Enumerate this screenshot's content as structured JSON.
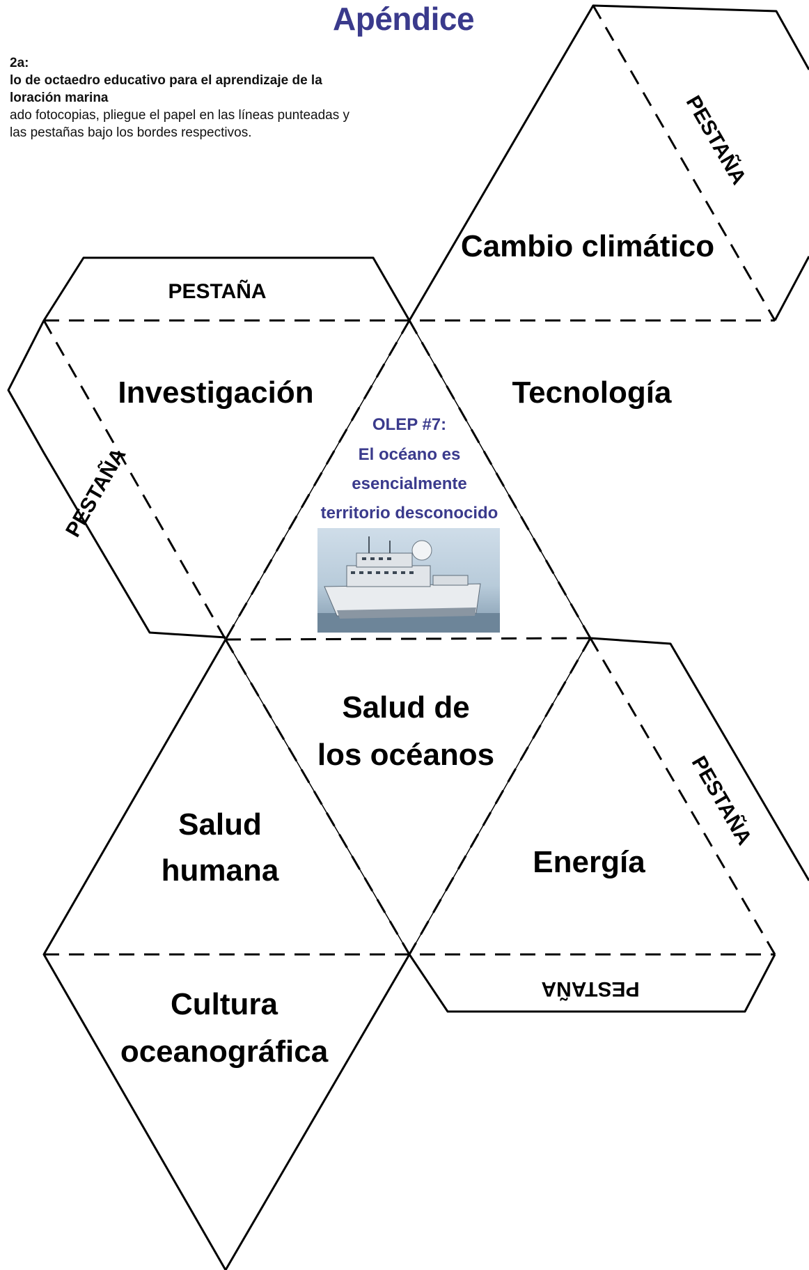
{
  "header": {
    "title": "Apéndice"
  },
  "intro": {
    "item": "2a:",
    "heading_line1": "lo de octaedro educativo para el aprendizaje de la",
    "heading_line2": "loración marina",
    "body_line1": "ado fotocopias, pliegue el papel en las líneas punteadas y",
    "body_line2": "las pestañas bajo los bordes respectivos."
  },
  "faces": {
    "cambio": "Cambio climático",
    "investigacion": "Investigación",
    "tecnologia": "Tecnología",
    "salud_oceanos_1": "Salud de",
    "salud_oceanos_2": "los océanos",
    "salud_humana_1": "Salud",
    "salud_humana_2": "humana",
    "energia": "Energía",
    "cultura_1": "Cultura",
    "cultura_2": "oceanográfica"
  },
  "center": {
    "line1": "OLEP #7:",
    "line2": "El océano es",
    "line3": "esencialmente",
    "line4": "territorio desconocido",
    "image_icon": "research-ship-photo"
  },
  "tabs": {
    "top_left": "PESTAÑA",
    "left": "PESTAÑA",
    "top_right": "PESTAÑA",
    "right": "PESTAÑA",
    "bottom_right": "PESTAÑA"
  },
  "colors": {
    "title": "#3a3a8c",
    "center_text": "#3a3a8c"
  }
}
